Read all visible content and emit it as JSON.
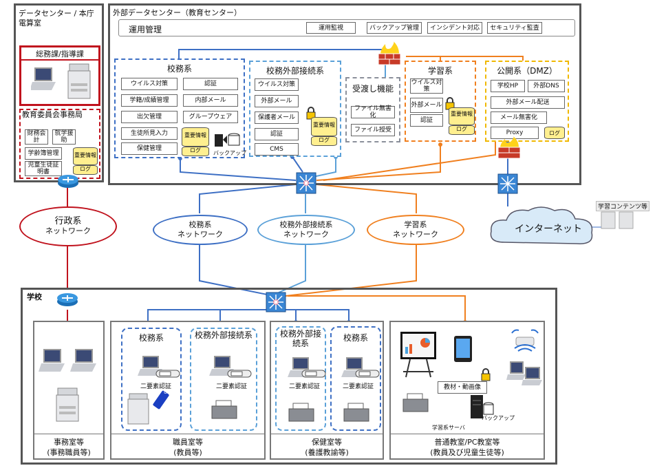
{
  "datacenter": {
    "title_line1": "データセンター / 本庁",
    "title_line2": "電算室",
    "soumu": "総務課/指導課",
    "iinkai": "教育委員会事務局",
    "items": [
      "財務会計",
      "就学援助",
      "学齢簿管理",
      "児童生徒証明書"
    ],
    "db_label": "重要情報",
    "log_label": "ログ"
  },
  "external": {
    "title": "外部データセンター（教育センター）",
    "ops_label": "運用管理",
    "ops_items": [
      "運用監視",
      "バックアップ管理",
      "インシデント対応",
      "セキュリティ監査"
    ],
    "koumu": {
      "title": "校務系",
      "items": [
        "ウイルス対策",
        "認証",
        "学籍/成績管理",
        "内部メール",
        "出欠管理",
        "グループウェア",
        "生徒所見入力",
        "保健管理"
      ],
      "db": "重要情報",
      "log": "ログ",
      "backup": "バックアップ"
    },
    "gaibu": {
      "title": "校務外部接続系",
      "items": [
        "ウイルス対策",
        "外部メール",
        "保護者メール",
        "認証",
        "CMS"
      ],
      "db": "重要情報",
      "log": "ログ"
    },
    "ukewatashi": {
      "title": "受渡し機能",
      "items": [
        "ファイル無害化",
        "ファイル授受"
      ]
    },
    "gakushu": {
      "title": "学習系",
      "items": [
        "ウイルス対策",
        "外部メール",
        "認証"
      ],
      "db": "重要情報",
      "log": "ログ"
    },
    "dmz": {
      "title": "公開系（DMZ）",
      "items": [
        "学校HP",
        "外部DNS",
        "外部メール配送",
        "メール無害化",
        "Proxy"
      ],
      "log": "ログ"
    }
  },
  "networks": {
    "gyousei": [
      "行政系",
      "ネットワーク"
    ],
    "koumu": [
      "校務系",
      "ネットワーク"
    ],
    "gaibu": [
      "校務外部接続系",
      "ネットワーク"
    ],
    "gakushu": [
      "学習系",
      "ネットワーク"
    ],
    "internet": "インターネット",
    "contents": "学習コンテンツ等"
  },
  "school": {
    "title": "学校",
    "jimu": [
      "事務室等",
      "(事務職員等)"
    ],
    "shokuin": [
      "職員室等",
      "(教員等)"
    ],
    "hoken": [
      "保健室等",
      "(養護教諭等)"
    ],
    "futsu": [
      "普通教室/PC教室等",
      "(教員及び児童生徒等)"
    ],
    "koumu": "校務系",
    "gaibu": "校務外部接続系",
    "gaibu2": "校務外部接続系",
    "koumu2": "校務系",
    "nyoso": "二要素認証",
    "usb": "USB",
    "kyozai": "教材・動画像",
    "backup": "バックアップ",
    "server": "学習系サーバ"
  },
  "colors": {
    "koumu": "#3d6fc4",
    "gaibu": "#5aa0d8",
    "gakushu": "#f07f1e",
    "gyousei": "#c0121d",
    "dmz": "#f0b800"
  }
}
